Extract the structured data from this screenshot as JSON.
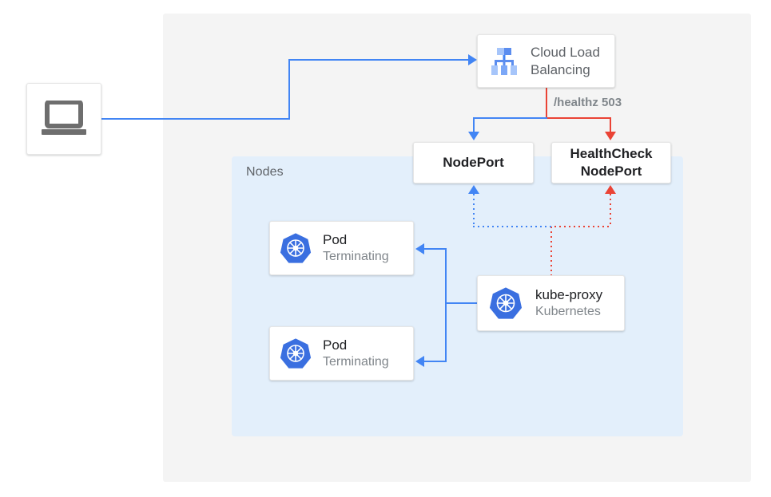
{
  "diagram": {
    "outer_panel": {
      "name": "cluster-panel"
    },
    "nodes_panel": {
      "label": "Nodes"
    },
    "colors": {
      "blue": "#4285F4",
      "red": "#EA4335",
      "panel_gray": "#F4F4F4",
      "panel_blue": "#E3EFFB",
      "text_dark": "#202124",
      "text_muted": "#80868B",
      "text_gray": "#5F6368"
    },
    "nodes": {
      "client": {
        "icon": "laptop-icon"
      },
      "load_balancer": {
        "title_line1": "Cloud Load",
        "title_line2": "Balancing",
        "icon": "cloud-load-balancing-icon"
      },
      "nodeport": {
        "label": "NodePort"
      },
      "healthcheck_nodeport": {
        "label": "HealthCheck\nNodePort"
      },
      "pod1": {
        "title": "Pod",
        "subtitle": "Terminating",
        "icon": "kubernetes-icon"
      },
      "pod2": {
        "title": "Pod",
        "subtitle": "Terminating",
        "icon": "kubernetes-icon"
      },
      "kube_proxy": {
        "title": "kube-proxy",
        "subtitle": "Kubernetes",
        "icon": "kubernetes-icon"
      }
    },
    "edges": {
      "client_to_lb": {
        "color": "#4285F4",
        "style": "solid"
      },
      "lb_to_nodeport": {
        "color": "#4285F4",
        "style": "solid"
      },
      "lb_to_healthcheck": {
        "color": "#EA4335",
        "style": "solid",
        "label": "/healthz 503"
      },
      "kubeproxy_to_nodeport": {
        "color": "#4285F4",
        "style": "dotted"
      },
      "kubeproxy_to_healthcheck": {
        "color": "#EA4335",
        "style": "dotted"
      },
      "kubeproxy_to_pods": {
        "color": "#4285F4",
        "style": "solid"
      }
    }
  }
}
